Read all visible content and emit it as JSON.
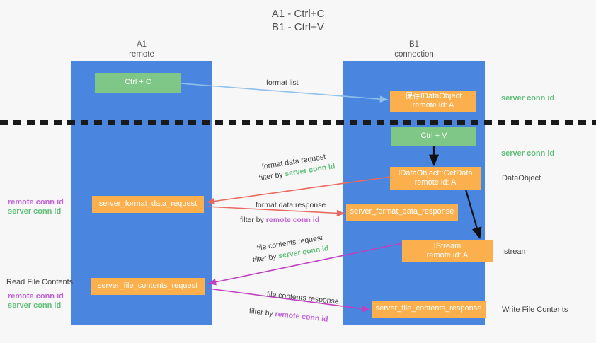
{
  "title": {
    "line1": "A1 - Ctrl+C",
    "line2": "B1 - Ctrl+V"
  },
  "lanes": [
    {
      "id": "a1",
      "name": "A1",
      "role": "remote"
    },
    {
      "id": "b1",
      "name": "B1",
      "role": "connection"
    }
  ],
  "nodes": {
    "ctrl_c": {
      "line1": "Ctrl + C",
      "line2": ""
    },
    "save_idataobject": {
      "line1": "保存IDataObject",
      "line2": "remote id: A"
    },
    "ctrl_v": {
      "line1": "Ctrl + V",
      "line2": ""
    },
    "idataobject_getdata": {
      "line1": "IDataObject::GetData",
      "line2": "remote id: A"
    },
    "istream": {
      "line1": "IStream",
      "line2": "remote id: A"
    },
    "server_format_data_request": {
      "line1": "server_format_data_request",
      "line2": ""
    },
    "server_format_data_response": {
      "line1": "server_format_data_response",
      "line2": ""
    },
    "server_file_contents_request": {
      "line1": "server_file_contents_request",
      "line2": ""
    },
    "server_file_contents_response": {
      "line1": "server_file_contents_response",
      "line2": ""
    }
  },
  "edges": {
    "format_list": {
      "label": "format list"
    },
    "format_data_request": {
      "label": "format data request",
      "filter_prefix": "filter by ",
      "filter_key": "server conn id"
    },
    "format_data_response": {
      "label": "format data response",
      "filter_prefix": "filter by ",
      "filter_key": "remote conn id"
    },
    "file_contents_request": {
      "label": "file contents request",
      "filter_prefix": "filter by ",
      "filter_key": "server conn id"
    },
    "file_contents_response": {
      "label": "file contents response",
      "filter_prefix": "filter by ",
      "filter_key": "remote conn id"
    }
  },
  "annotations": {
    "right_server_conn_top": "server conn id",
    "right_server_conn_mid": "server conn id",
    "right_dataobject": "DataObject",
    "right_istream": "Istream",
    "right_write_file": "Write File Contents",
    "left_read_file": "Read File Contents",
    "left_remote_conn_1": "remote conn id",
    "left_server_conn_1": "server conn id",
    "left_remote_conn_2": "remote conn id",
    "left_server_conn_2": "server conn id"
  },
  "colors": {
    "lane_blue": "#4a86e0",
    "node_green": "#7fc786",
    "node_orange": "#fbb04d",
    "remote_conn": "#c163d6",
    "server_conn": "#62bf7a",
    "arrow_light_blue": "#8fc0ea",
    "arrow_red": "#e8695f",
    "arrow_magenta": "#c040c0",
    "arrow_black": "#111111",
    "background": "#f7f7f7"
  }
}
